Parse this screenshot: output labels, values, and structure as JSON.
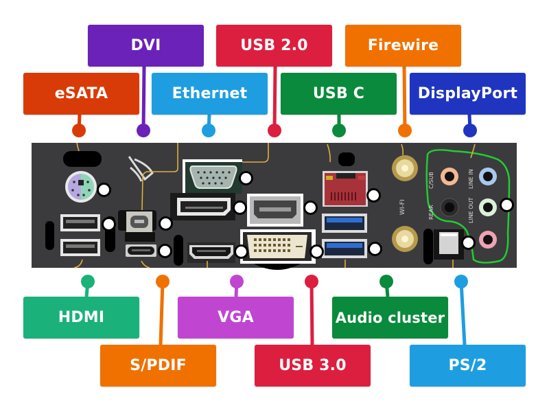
{
  "diagram": {
    "subject": "Motherboard rear I/O panel",
    "top_labels": [
      {
        "id": "dvi",
        "text": "DVI",
        "color": "#6a22b8"
      },
      {
        "id": "usb20",
        "text": "USB 2.0",
        "color": "#dc1f3f"
      },
      {
        "id": "firewire",
        "text": "Firewire",
        "color": "#f07100"
      },
      {
        "id": "esata",
        "text": "eSATA",
        "color": "#d93b08"
      },
      {
        "id": "ethernet",
        "text": "Ethernet",
        "color": "#1e9ee0"
      },
      {
        "id": "usbc",
        "text": "USB C",
        "color": "#0a8a3c"
      },
      {
        "id": "displayport",
        "text": "DisplayPort",
        "color": "#1f35c0"
      }
    ],
    "bottom_labels": [
      {
        "id": "hdmi",
        "text": "HDMI",
        "color": "#1ab17a"
      },
      {
        "id": "vga",
        "text": "VGA",
        "color": "#c046d2"
      },
      {
        "id": "audio",
        "text": "Audio cluster",
        "color": "#0a8a3c"
      },
      {
        "id": "spdif",
        "text": "S/PDIF",
        "color": "#f07100"
      },
      {
        "id": "usb30",
        "text": "USB 3.0",
        "color": "#dc1f3f"
      },
      {
        "id": "ps2",
        "text": "PS/2",
        "color": "#1e9ee0"
      }
    ],
    "panel_captions": {
      "wifi": "WI-FI",
      "csub": "C/SUB",
      "rear": "REAR",
      "line_in": "LINE IN",
      "line_out": "LINE OUT"
    },
    "colors": {
      "panel": "#3b3b3d",
      "leader_wire": "#e0b040",
      "audio_outline": "#22cc33"
    }
  }
}
